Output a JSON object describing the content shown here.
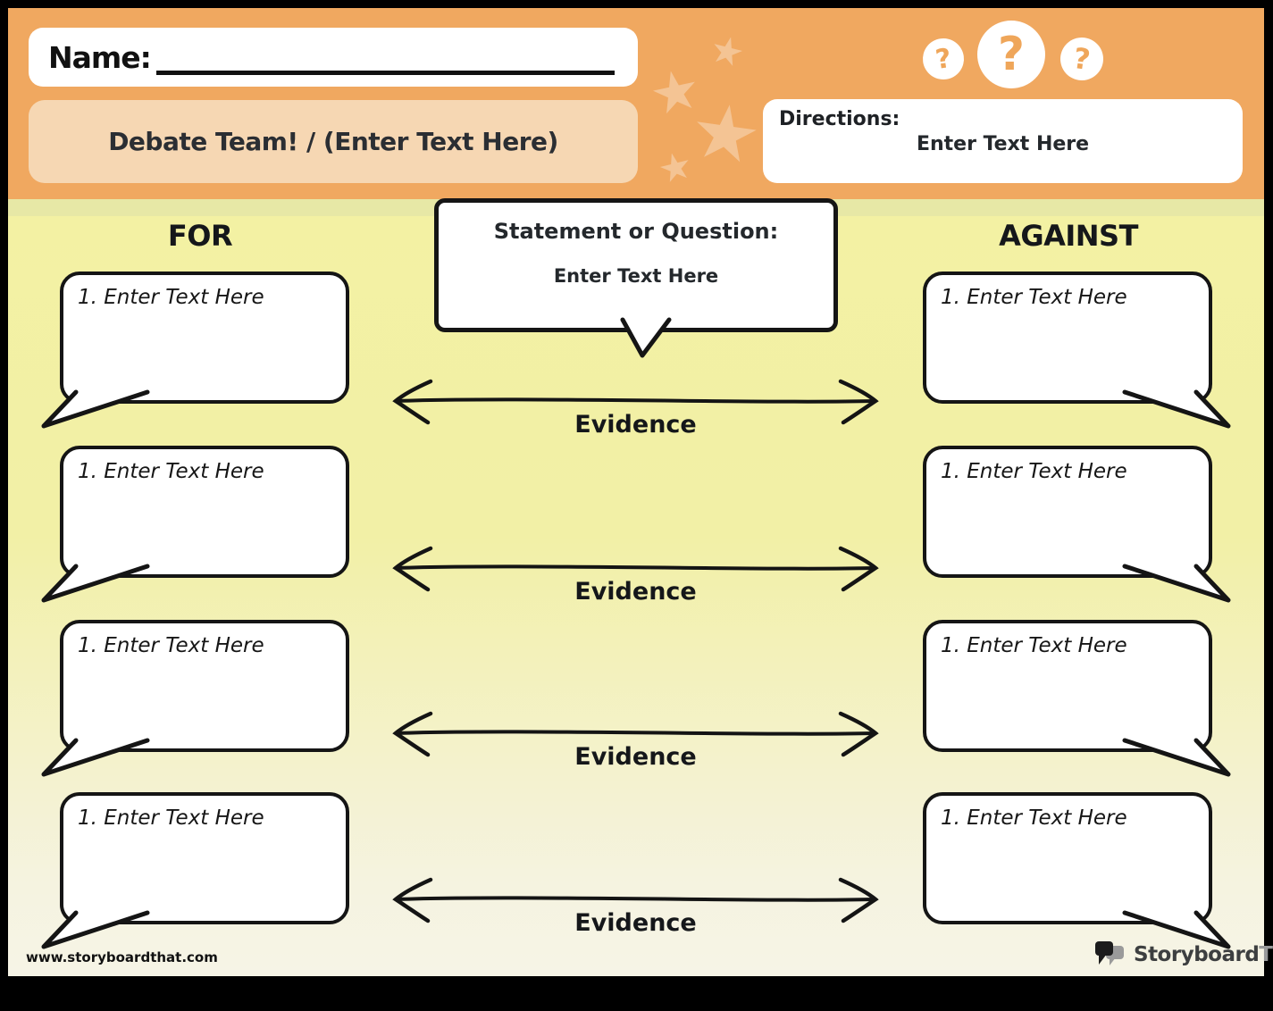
{
  "header": {
    "name_label": "Name:",
    "title": "Debate Team! / (Enter Text Here)",
    "directions_label": "Directions:",
    "directions_text": "Enter Text Here"
  },
  "statement": {
    "label": "Statement or Question:",
    "text": "Enter Text Here"
  },
  "for_column": {
    "heading": "FOR",
    "bubbles": [
      "1. Enter Text Here",
      "1. Enter Text Here",
      "1. Enter Text Here",
      "1. Enter Text Here"
    ]
  },
  "against_column": {
    "heading": "AGAINST",
    "bubbles": [
      "1. Enter Text Here",
      "1. Enter Text Here",
      "1. Enter Text Here",
      "1. Enter Text Here"
    ]
  },
  "evidence": {
    "labels": [
      "Evidence",
      "Evidence",
      "Evidence",
      "Evidence"
    ]
  },
  "icons": {
    "question_marks": [
      "?",
      "?",
      "?"
    ]
  },
  "footer": {
    "url": "www.storyboardthat.com",
    "logo_main": "Storyboard",
    "logo_accent": "That"
  },
  "colors": {
    "header_orange": "#f0a860",
    "title_peach": "#f6d7b3",
    "star_peach": "#f4c494",
    "question_orange": "#efa65a",
    "body_yellow": "#f3f1a4",
    "body_band": "#e7e8a6",
    "body_cream": "#f6f4e6",
    "ink": "#151515",
    "logo_gray": "#979899"
  }
}
